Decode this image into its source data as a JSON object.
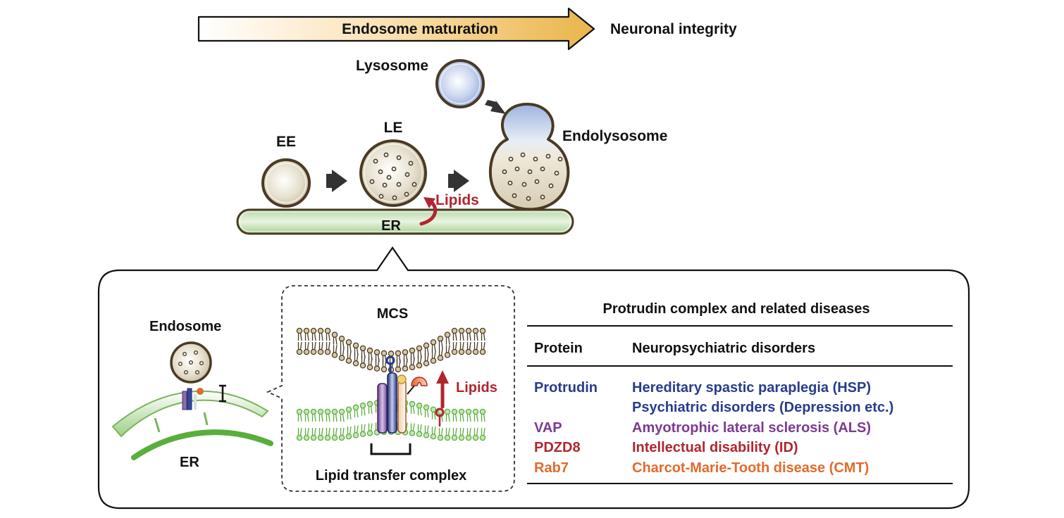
{
  "top": {
    "arrow_label": "Endosome maturation",
    "outcome": "Neuronal integrity"
  },
  "pathway": {
    "ee": "EE",
    "le": "LE",
    "lysosome": "Lysosome",
    "endolysosome": "Endolysosome",
    "er": "ER",
    "lipids": "Lipids"
  },
  "detail": {
    "endosome": "Endosome",
    "er": "ER",
    "mcs": "MCS",
    "lipids": "Lipids",
    "complex_label": "Lipid transfer complex"
  },
  "table": {
    "title": "Protrudin complex and related diseases",
    "col_protein": "Protein",
    "col_disorders": "Neuropsychiatric disorders",
    "rows": [
      {
        "protein": "Protrudin",
        "disorder": "Hereditary spastic paraplegia (HSP)",
        "color": "#283c8c"
      },
      {
        "protein": "",
        "disorder": "Psychiatric disorders (Depression etc.)",
        "color": "#283c8c"
      },
      {
        "protein": "VAP",
        "disorder": "Amyotrophic lateral sclerosis (ALS)",
        "color": "#7b3a93"
      },
      {
        "protein": "PDZD8",
        "disorder": "Intellectual disability (ID)",
        "color": "#b0262f"
      },
      {
        "protein": "Rab7",
        "disorder": "Charcot-Marie-Tooth disease (CMT)",
        "color": "#e06b2b"
      }
    ]
  },
  "colors": {
    "protrudin": "#283c8c",
    "vap": "#7b3a93",
    "pdzd8": "#b0262f",
    "rab7": "#e06b2b",
    "lipid_arrow": "#b0262f",
    "er_green": "#5aae3c",
    "vesicle_outline": "#5a4630"
  }
}
